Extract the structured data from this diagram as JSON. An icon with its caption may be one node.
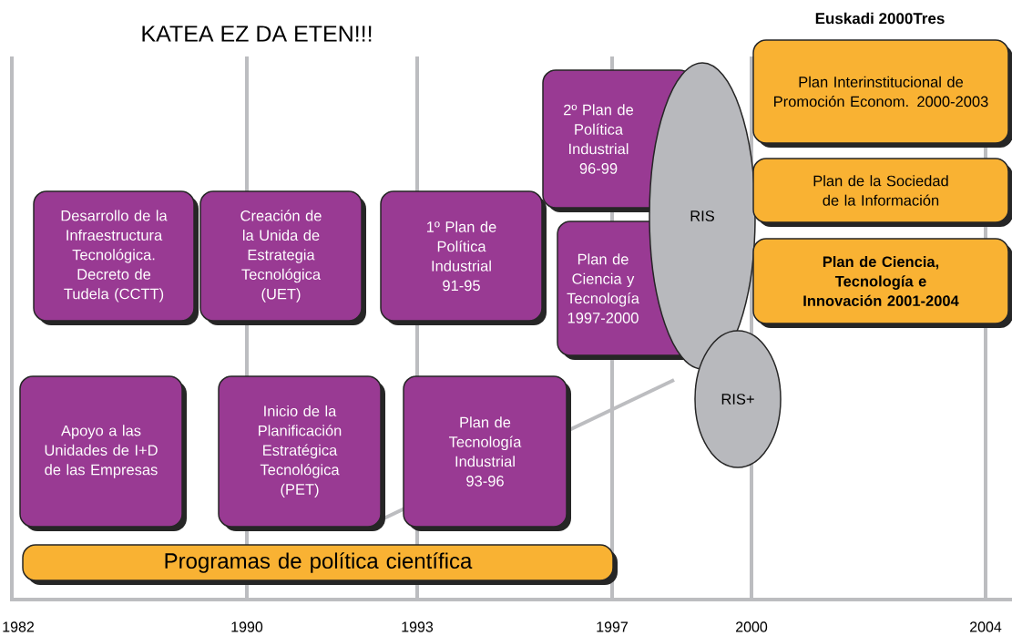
{
  "diagram": {
    "title": "KATEA EZ DA ETEN!!!",
    "nodes": [
      {
        "text": [
          "Desarrollo de la Infraestructura Tecnológica. Decreto de Tudela (CCTT)"
        ]
      },
      {
        "text": [
          "Creación de la Unida de Estrategia Tecnológica (UET)"
        ]
      },
      {
        "text": [
          "1º Plan de Política Industrial 91-95"
        ]
      },
      {
        "text": [
          "2º Plan de Política Industrial 96-99"
        ]
      },
      {
        "text": [
          "Plan de Ciencia y Tecnología 1997-2000"
        ]
      },
      {
        "text": [
          "RIS"
        ]
      },
      {
        "text": [
          "RIS+"
        ]
      },
      {
        "text": [
          "Plan Interinstitucional de Promoción Econom. 2000-2003"
        ]
      },
      {
        "text": [
          "Plan de la Sociedad de la Información"
        ]
      },
      {
        "text": [
          "Plan de Ciencia, Tecnología e Innovación 2001-2004"
        ]
      },
      {
        "text": [
          "Apoyo a las Unidades de I+D de las Empresas"
        ]
      },
      {
        "text": [
          "Inicio de la Planificación Estratégica Tecnológica (PET)"
        ]
      },
      {
        "text": [
          "Plan de Tecnología Industrial 93-96"
        ]
      },
      {
        "text": [
          "Programas de política científica"
        ]
      }
    ],
    "labels": [
      "Euskadi 2000Tres",
      "1982",
      "1990",
      "1993",
      "1997",
      "2000",
      "2004"
    ]
  }
}
